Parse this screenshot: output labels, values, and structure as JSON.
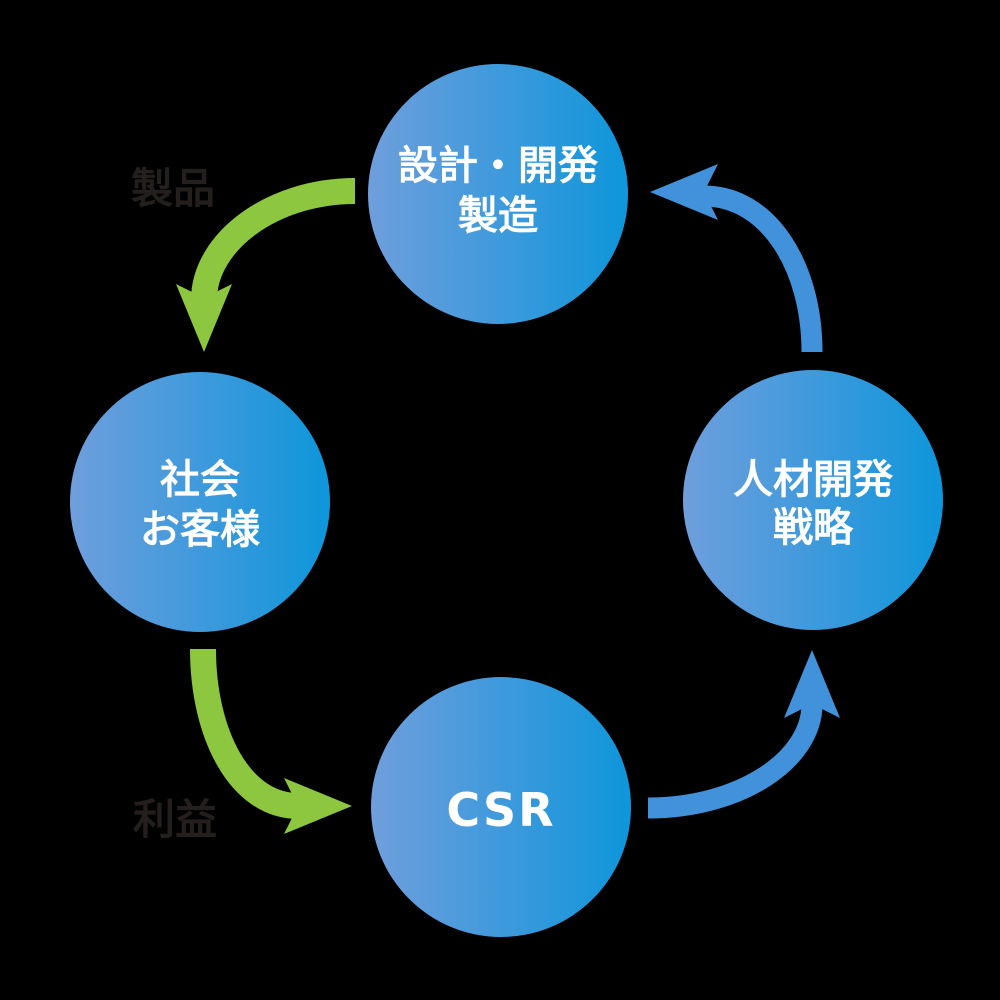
{
  "diagram": {
    "type": "cycle",
    "description": "Four-node circular flow diagram with curved arrows"
  },
  "colors": {
    "background": "#000000",
    "circle_gradient_start": "#6F9EDC",
    "circle_gradient_end": "#0E96DB",
    "circle_text": "#FFFFFF",
    "green_arrow": "#8DC63F",
    "blue_arrow": "#4292DB",
    "label_text": "#241E1C"
  },
  "nodes": [
    {
      "id": "design-manufacturing",
      "lines": [
        "設計・開発",
        "製造"
      ]
    },
    {
      "id": "society-customers",
      "lines": [
        "社会",
        "お客様"
      ]
    },
    {
      "id": "csr",
      "lines": [
        "CSR"
      ]
    },
    {
      "id": "hr-development",
      "lines": [
        "人材開発",
        "戦略"
      ]
    }
  ],
  "arrows": [
    {
      "id": "product-flow",
      "from": "設計・開発 製造",
      "to": "社会 お客様",
      "label": "製品",
      "color": "#8DC63F"
    },
    {
      "id": "profit-flow",
      "from": "社会 お客様",
      "to": "CSR",
      "label": "利益",
      "color": "#8DC63F"
    },
    {
      "id": "csr-to-hr",
      "from": "CSR",
      "to": "人材開発 戦略",
      "label": "",
      "color": "#4292DB"
    },
    {
      "id": "hr-to-design",
      "from": "人材開発 戦略",
      "to": "設計・開発 製造",
      "label": "",
      "color": "#4292DB"
    }
  ]
}
